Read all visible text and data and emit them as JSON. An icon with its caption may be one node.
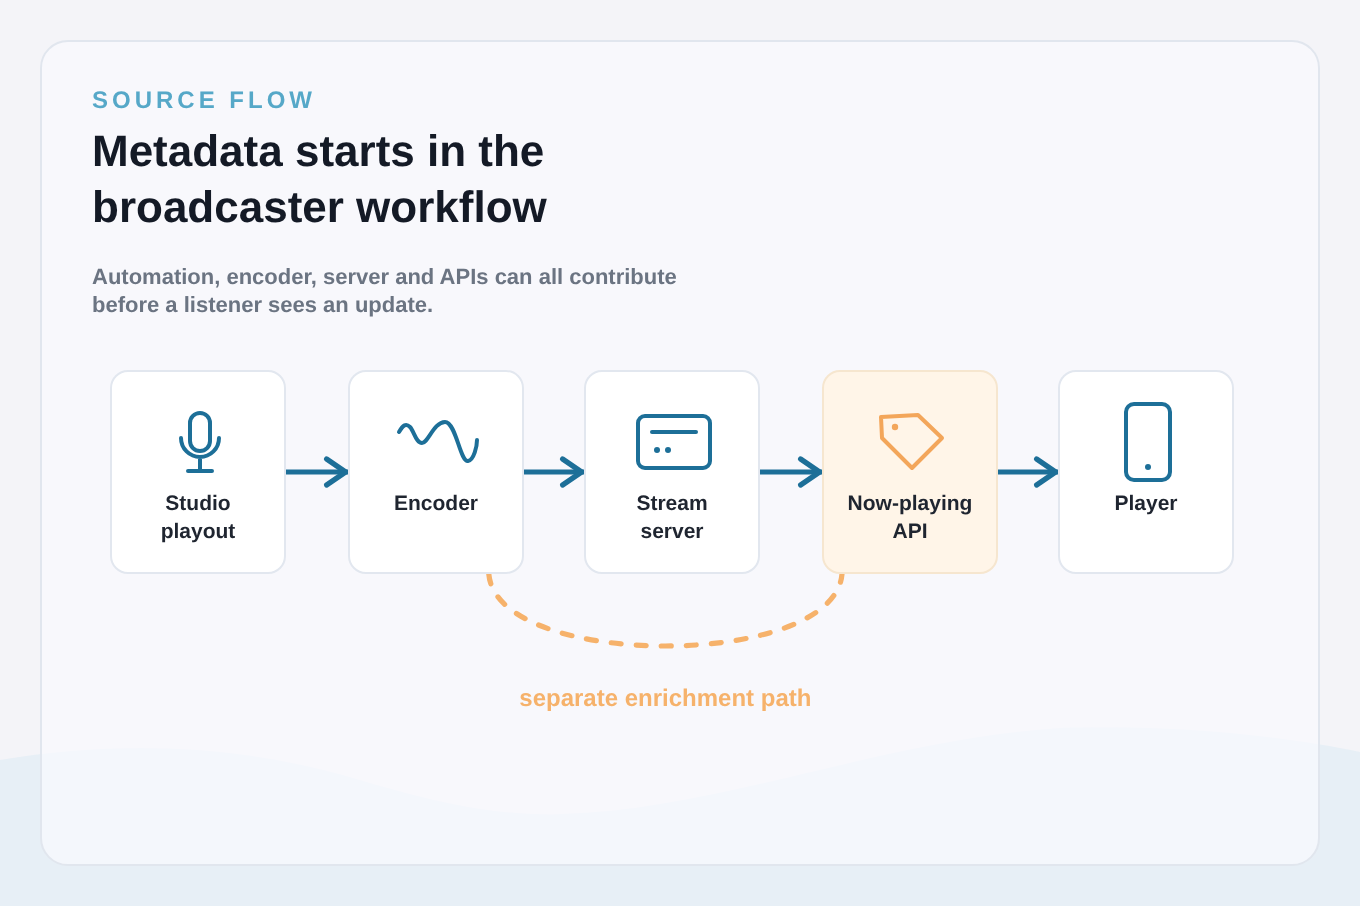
{
  "diagram": {
    "title": "Metadata starts in the broadcaster workflow",
    "nodes": [
      {
        "text": [
          "Studio playout"
        ]
      },
      {
        "text": [
          "Encoder"
        ]
      },
      {
        "text": [
          "Stream server"
        ]
      },
      {
        "text": [
          "Now-playing API"
        ]
      },
      {
        "text": [
          "Player"
        ]
      }
    ],
    "edges": [
      {
        "from": 0,
        "to": 1,
        "arrow": "to"
      },
      {
        "from": 1,
        "to": 2,
        "arrow": "to"
      },
      {
        "from": 2,
        "to": 3,
        "arrow": "to"
      },
      {
        "from": 3,
        "to": 4,
        "arrow": "to"
      },
      {
        "from": 1,
        "to": 3,
        "arrow": "none",
        "label": "separate enrichment path",
        "style": "dashed",
        "color": "#f6b26b"
      }
    ],
    "labels": [
      "SOURCE FLOW",
      "Automation, encoder, server and APIs can all contribute before a listener sees an update."
    ]
  }
}
